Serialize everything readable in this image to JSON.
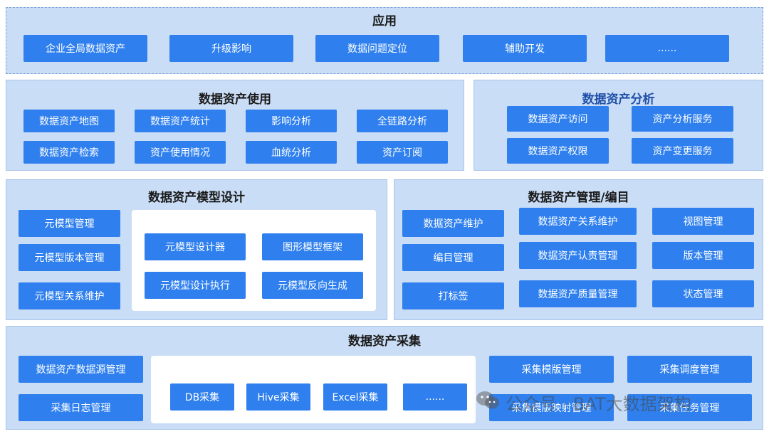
{
  "app": {
    "title": "应用",
    "items": [
      "企业全局数据资产",
      "升级影响",
      "数据问题定位",
      "辅助开发",
      "......"
    ]
  },
  "usage": {
    "title": "数据资产使用",
    "items": [
      "数据资产地图",
      "数据资产统计",
      "影响分析",
      "全链路分析",
      "数据资产检索",
      "资产使用情况",
      "血统分析",
      "资产订阅"
    ]
  },
  "analysis": {
    "title": "数据资产分析",
    "items": [
      "数据资产访问",
      "资产分析服务",
      "数据资产权限",
      "资产变更服务"
    ]
  },
  "model": {
    "title": "数据资产模型设计",
    "left": [
      "元模型管理",
      "元模型版本管理",
      "元模型关系维护"
    ],
    "inner": [
      "元模型设计器",
      "图形模型框架",
      "元模型设计执行",
      "元模型反向生成"
    ]
  },
  "mgmt": {
    "title": "数据资产管理/编目",
    "col1": [
      "数据资产维护",
      "编目管理",
      "打标签"
    ],
    "col2": [
      "数据资产关系维护",
      "数据资产认责管理",
      "数据资产质量管理"
    ],
    "col3": [
      "视图管理",
      "版本管理",
      "状态管理"
    ]
  },
  "collect": {
    "title": "数据资产采集",
    "left": [
      "数据资产数据源管理",
      "采集日志管理"
    ],
    "inner": [
      "DB采集",
      "Hive采集",
      "Excel采集",
      "......"
    ],
    "right": [
      "采集模版管理",
      "采集调度管理",
      "采集模版映射管理",
      "采集任务管理"
    ]
  },
  "watermark": {
    "text": "公众号 · BAT大数据架构",
    "icon": "wechat-icon"
  }
}
